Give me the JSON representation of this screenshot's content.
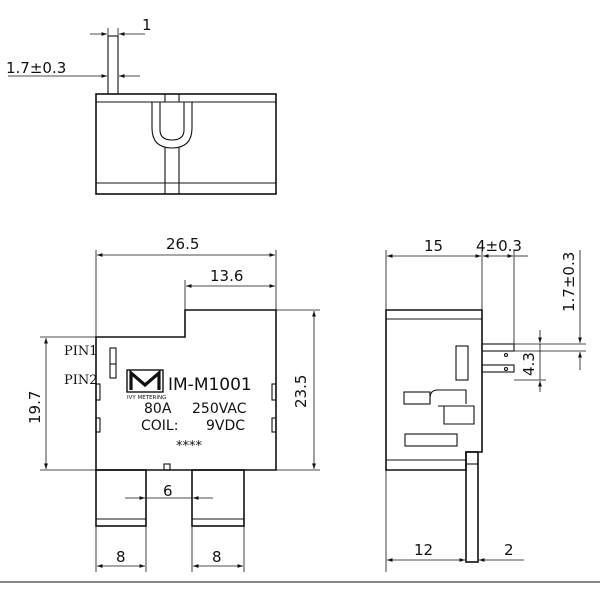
{
  "top_view": {
    "dim_pin_thickness": "1",
    "dim_pin_offset": "1.7±0.3"
  },
  "front_view": {
    "dim_width": "26.5",
    "dim_step": "13.6",
    "dim_height_left": "19.7",
    "dim_height_right": "23.5",
    "dim_pin_gap": "6",
    "dim_pin_left_width": "8",
    "dim_pin_right_width": "8",
    "pin1_label": "PIN1",
    "pin2_label": "PIN2",
    "logo_caption": "IVY METERING",
    "model": "IM-M1001",
    "current": "80A",
    "voltage": "250VAC",
    "coil_label": "COIL:",
    "coil_voltage": "9VDC",
    "date_code": "****"
  },
  "side_view": {
    "dim_depth": "15",
    "dim_pin_pos": "4±0.3",
    "dim_pin_offset_v": "1.7±0.3",
    "dim_pin_spacing": "4.3",
    "dim_base": "12",
    "dim_terminal": "2"
  }
}
